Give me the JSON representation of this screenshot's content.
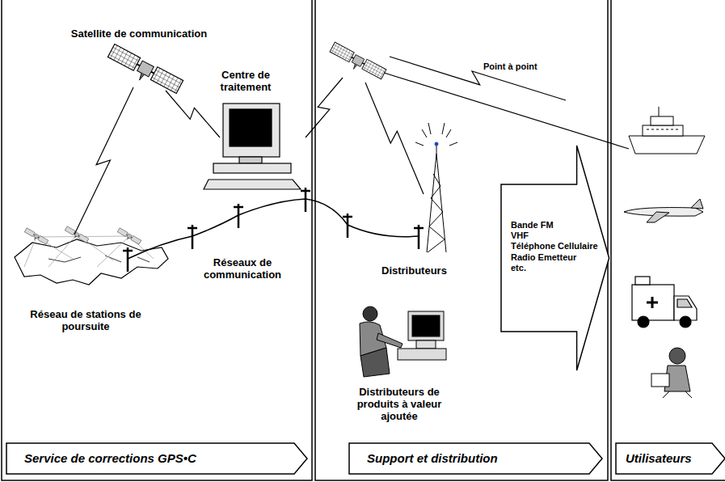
{
  "diagram": {
    "nodes": [
      {
        "text": [
          "Service de corrections GPS•C"
        ]
      },
      {
        "text": [
          "Support et distribution"
        ]
      },
      {
        "text": [
          "Utilisateurs"
        ]
      },
      {
        "text": [
          "Bande FM",
          "VHF",
          "Téléphone Cellulaire",
          "Radio Emetteur",
          "etc."
        ]
      }
    ],
    "labels": [
      "Satellite de communication",
      "Centre de traitement",
      "Réseaux de communication",
      "Réseau de stations de poursuite",
      "Point à point",
      "Distributeurs",
      "Distributeurs de produits à valeur ajoutée"
    ]
  }
}
